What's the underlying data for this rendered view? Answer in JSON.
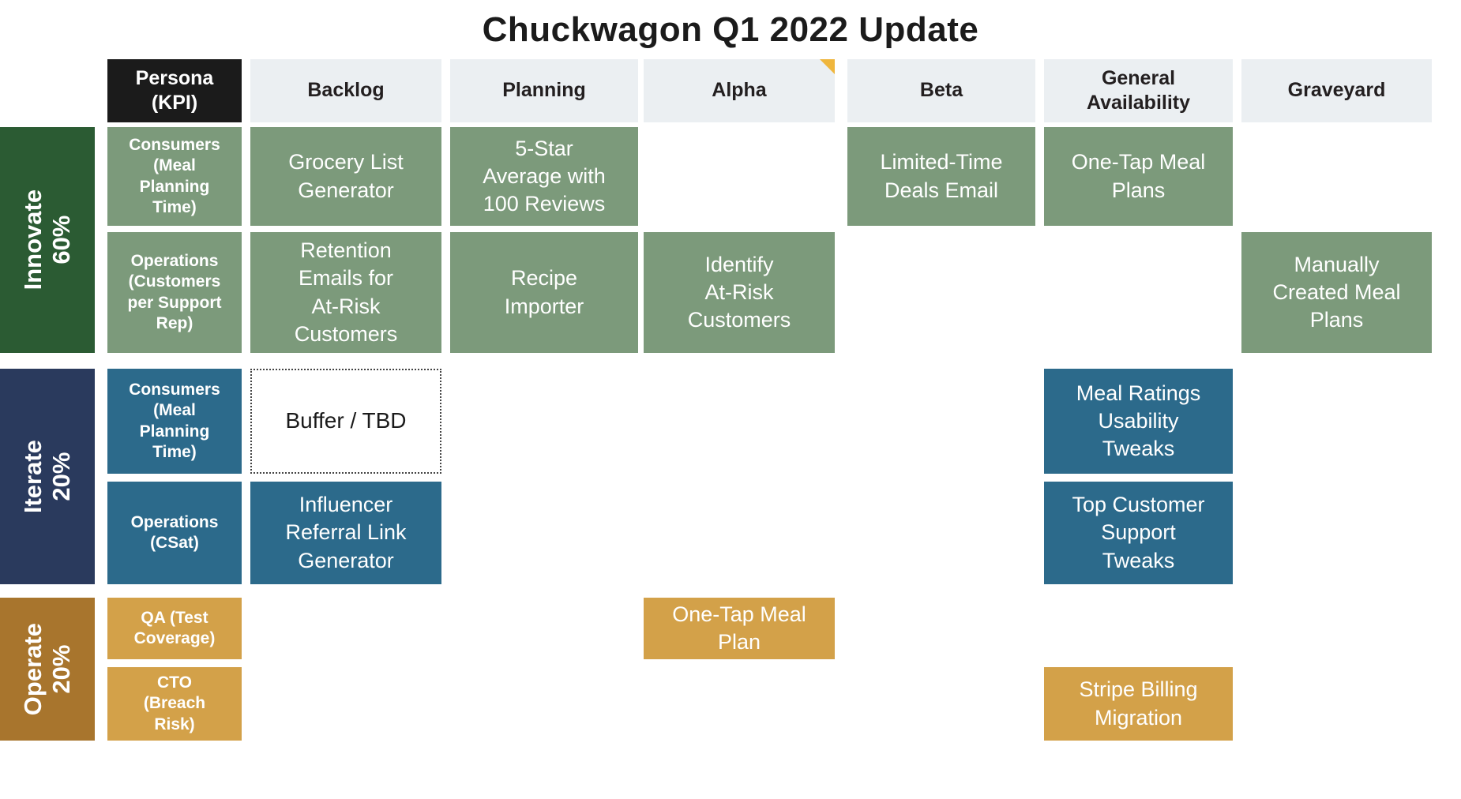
{
  "title": "Chuckwagon Q1 2022 Update",
  "headers": {
    "persona": "Persona\n(KPI)",
    "backlog": "Backlog",
    "planning": "Planning",
    "alpha": "Alpha",
    "beta": "Beta",
    "ga": "General\nAvailability",
    "graveyard": "Graveyard"
  },
  "sections": {
    "innovate": {
      "name": "Innovate",
      "pct": "60%"
    },
    "iterate": {
      "name": "Iterate",
      "pct": "20%"
    },
    "operate": {
      "name": "Operate",
      "pct": "20%"
    }
  },
  "kpis": {
    "innovate_consumers": "Consumers\n(Meal\nPlanning\nTime)",
    "innovate_operations": "Operations\n(Customers\nper Support\nRep)",
    "iterate_consumers": "Consumers\n(Meal\nPlanning\nTime)",
    "iterate_operations": "Operations\n(CSat)",
    "operate_qa": "QA (Test\nCoverage)",
    "operate_cto": "CTO\n(Breach\nRisk)"
  },
  "cards": {
    "grocery_list": "Grocery List\nGenerator",
    "five_star": "5-Star\nAverage with\n100 Reviews",
    "limited_time": "Limited-Time\nDeals Email",
    "one_tap_plans": "One-Tap Meal\nPlans",
    "retention_emails": "Retention\nEmails for\nAt-Risk\nCustomers",
    "recipe_importer": "Recipe\nImporter",
    "identify_at_risk": "Identify\nAt-Risk\nCustomers",
    "manually_created": "Manually\nCreated Meal\nPlans",
    "buffer_tbd": "Buffer / TBD",
    "influencer": "Influencer\nReferral Link\nGenerator",
    "meal_ratings": "Meal Ratings\nUsability\nTweaks",
    "top_customer": "Top Customer\nSupport\nTweaks",
    "one_tap_plan": "One-Tap Meal\nPlan",
    "stripe_billing": "Stripe Billing\nMigration"
  },
  "chart_data": {
    "type": "table",
    "title": "Chuckwagon Q1 2022 Update",
    "columns": [
      "Persona (KPI)",
      "Backlog",
      "Planning",
      "Alpha",
      "Beta",
      "General Availability",
      "Graveyard"
    ],
    "row_groups": [
      {
        "group": "Innovate 60%",
        "rows": [
          {
            "persona": "Consumers (Meal Planning Time)",
            "Backlog": "Grocery List Generator",
            "Planning": "5-Star Average with 100 Reviews",
            "Alpha": "",
            "Beta": "Limited-Time Deals Email",
            "General Availability": "One-Tap Meal Plans",
            "Graveyard": ""
          },
          {
            "persona": "Operations (Customers per Support Rep)",
            "Backlog": "Retention Emails for At-Risk Customers",
            "Planning": "Recipe Importer",
            "Alpha": "Identify At-Risk Customers",
            "Beta": "",
            "General Availability": "",
            "Graveyard": "Manually Created Meal Plans"
          }
        ]
      },
      {
        "group": "Iterate 20%",
        "rows": [
          {
            "persona": "Consumers (Meal Planning Time)",
            "Backlog": "Buffer / TBD",
            "Planning": "",
            "Alpha": "",
            "Beta": "",
            "General Availability": "Meal Ratings Usability Tweaks",
            "Graveyard": ""
          },
          {
            "persona": "Operations (CSat)",
            "Backlog": "Influencer Referral Link Generator",
            "Planning": "",
            "Alpha": "",
            "Beta": "",
            "General Availability": "Top Customer Support Tweaks",
            "Graveyard": ""
          }
        ]
      },
      {
        "group": "Operate 20%",
        "rows": [
          {
            "persona": "QA (Test Coverage)",
            "Backlog": "",
            "Planning": "",
            "Alpha": "One-Tap Meal Plan",
            "Beta": "",
            "General Availability": "",
            "Graveyard": ""
          },
          {
            "persona": "CTO (Breach Risk)",
            "Backlog": "",
            "Planning": "",
            "Alpha": "",
            "Beta": "",
            "General Availability": "Stripe Billing Migration",
            "Graveyard": ""
          }
        ]
      }
    ],
    "annotations": [
      "comment marker on Alpha column header"
    ]
  },
  "colors": {
    "innovate_label": "#2b5b33",
    "innovate_card": "#7c9a7b",
    "iterate_label": "#2a3a5d",
    "iterate_card": "#2c6a8b",
    "operate_label": "#a8752d",
    "operate_card": "#d3a149",
    "header_bg": "#ebeff2",
    "persona_bg": "#1b1b1b",
    "comment_marker": "#efb63d"
  }
}
